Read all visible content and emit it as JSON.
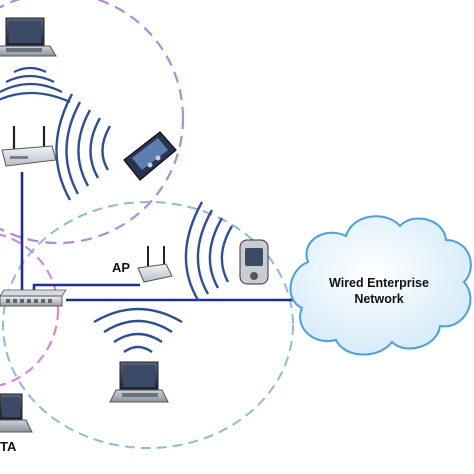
{
  "labels": {
    "ap": "AP",
    "cloud_line1": "Wired Enterprise",
    "cloud_line2": "Network",
    "sta": "TA"
  },
  "colors": {
    "cell_upper_dashed": "#b08ad6",
    "cell_lower_dashed": "#8fb9dd",
    "cell_left_dashed": "#d08bd6",
    "wire": "#1f2f9b",
    "wave_blue": "#2d4f9a",
    "cloud_fill": "#d4ecfa",
    "cloud_stroke": "#4b9fe0"
  },
  "icons": [
    "laptop-top-icon",
    "access-point-upper-icon",
    "pda-upper-icon",
    "access-point-lower-icon",
    "pda-lower-icon",
    "laptop-bottom-center-icon",
    "laptop-bottom-left-icon",
    "ethernet-switch-icon",
    "cloud-icon"
  ]
}
